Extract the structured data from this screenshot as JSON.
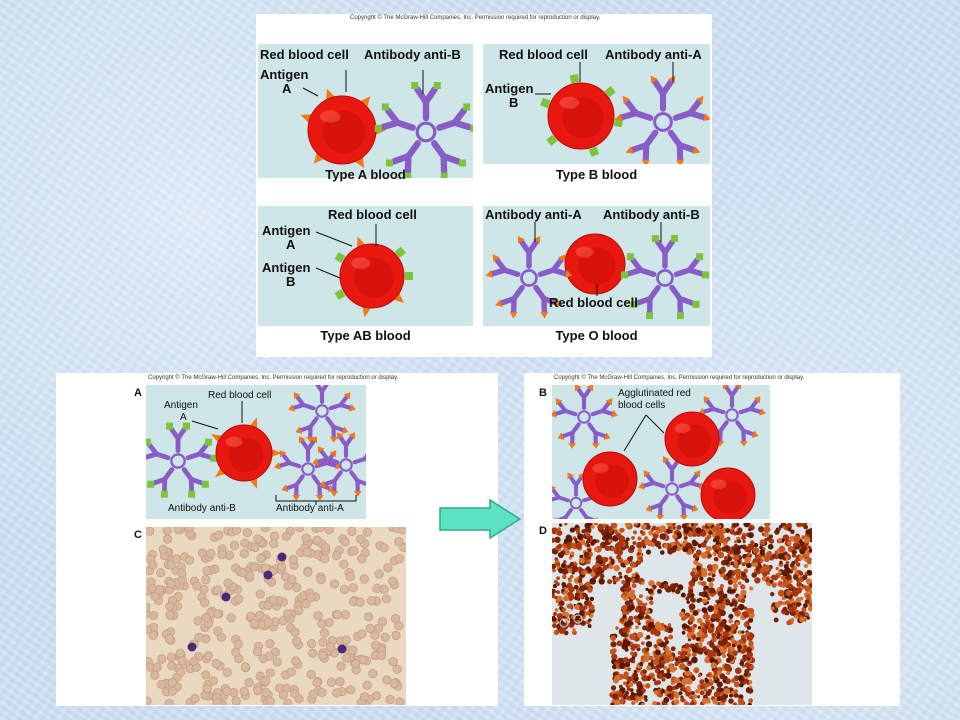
{
  "copyright": "Copyright © The McGraw-Hill Companies, Inc. Permission required for reproduction or display.",
  "top_figure": {
    "type_a": {
      "red_blood_cell": "Red blood cell",
      "antibody": "Antibody anti-B",
      "antigen_line1": "Antigen",
      "antigen_line2": "A",
      "caption": "Type A blood"
    },
    "type_b": {
      "red_blood_cell": "Red blood cell",
      "antibody": "Antibody anti-A",
      "antigen_line1": "Antigen",
      "antigen_line2": "B",
      "caption": "Type B blood"
    },
    "type_ab": {
      "red_blood_cell": "Red blood cell",
      "antigen_a_line1": "Antigen",
      "antigen_a_line2": "A",
      "antigen_b_line1": "Antigen",
      "antigen_b_line2": "B",
      "caption": "Type AB blood"
    },
    "type_o": {
      "antibody_left": "Antibody anti-A",
      "antibody_right": "Antibody anti-B",
      "red_blood_cell": "Red blood cell",
      "caption": "Type O blood"
    }
  },
  "bottom_left": {
    "panel_a_letter": "A",
    "panel_c_letter": "C",
    "antigen_line1": "Antigen",
    "antigen_line2": "A",
    "red_blood_cell": "Red blood cell",
    "antibody_left": "Antibody anti-B",
    "antibody_right": "Antibody anti-A"
  },
  "bottom_right": {
    "panel_b_letter": "B",
    "panel_d_letter": "D",
    "agglutinated_line1": "Agglutinated red",
    "agglutinated_line2": "blood cells"
  },
  "colors": {
    "panel_bg": "#cfe6e8",
    "rbc": "#e8170f",
    "antibody": "#8a5cc8",
    "antigen_a": "#f07a1a",
    "antigen_b": "#7cc43a",
    "arrow": "#5de3c3"
  }
}
